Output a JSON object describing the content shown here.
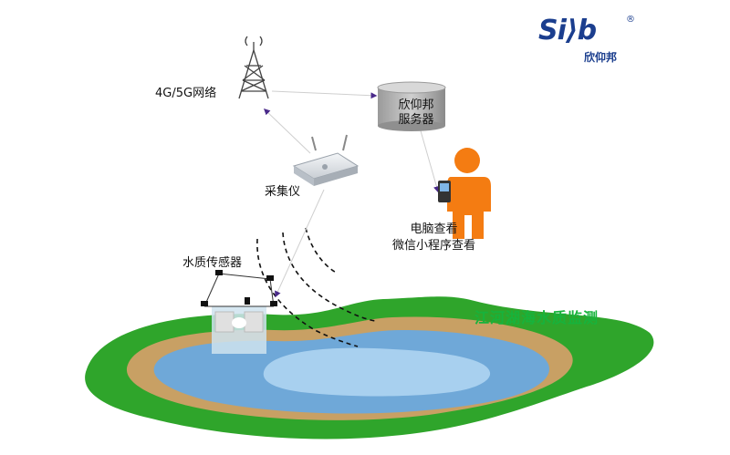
{
  "logo": {
    "brand": "Si⟩b",
    "registered": "®",
    "company": "欣仰邦"
  },
  "nodes": {
    "network": "4G/5G网络",
    "server_line1": "欣仰邦",
    "server_line2": "服务器",
    "collector": "采集仪",
    "view_line1": "电脑查看",
    "view_line2": "微信小程序查看",
    "sensor": "水质传感器"
  },
  "scene_title": "江河湖海水质监测",
  "colors": {
    "grass": "#2fa52b",
    "shore": "#c8a064",
    "water_outer": "#6fa8d8",
    "water_inner": "#a8d0ef",
    "person": "#f47c12",
    "arrow": "#4a2a8a",
    "title_green": "#17b33c",
    "logo_blue": "#1b3e8e"
  }
}
